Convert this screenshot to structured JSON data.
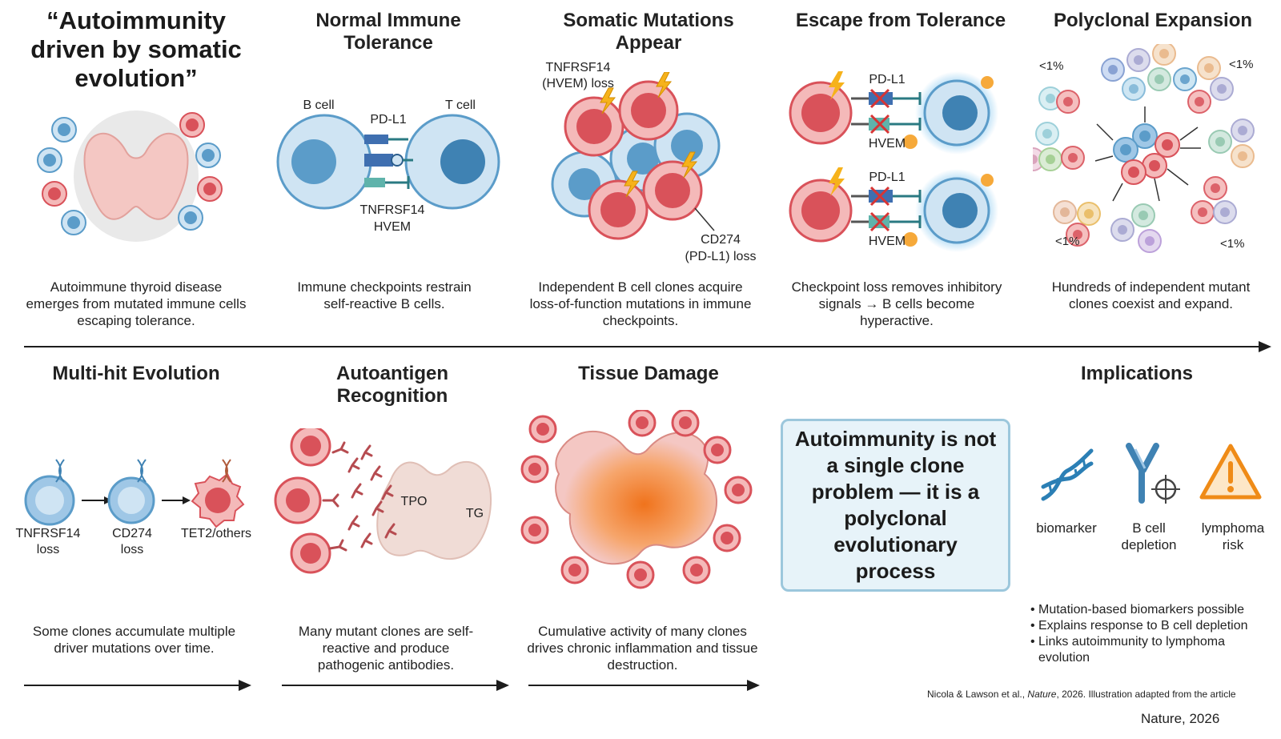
{
  "main_title": "“Autoimmunity driven by somatic evolution”",
  "panels": {
    "p1": {
      "caption": "Autoimmune thyroid disease emerges from mutated immune cells escaping tolerance."
    },
    "p2": {
      "title": "Normal Immune Tolerance",
      "labels": {
        "b_cell": "B cell",
        "t_cell": "T cell",
        "pdl1": "PD-L1",
        "tnfrsf14": "TNFRSF14",
        "hvem": "HVEM"
      },
      "caption": "Immune checkpoints restrain self-reactive B cells."
    },
    "p3": {
      "title": "Somatic Mutations Appear",
      "labels": {
        "tnf_loss_1": "TNFRSF14",
        "tnf_loss_2": "(HVEM) loss",
        "cd274_1": "CD274",
        "cd274_2": "(PD-L1) loss"
      },
      "caption": "Independent B cell clones acquire loss-of-function mutations in immune checkpoints."
    },
    "p4": {
      "title": "Escape from Tolerance",
      "labels": {
        "pdl1_a": "PD-L1",
        "hvem_a": "HVEM",
        "pdl1_b": "PD-L1",
        "hvem_b": "HVEM"
      },
      "caption": "Checkpoint loss removes inhibitory signals → B cells become hyperactive."
    },
    "p5": {
      "title": "Polyclonal Expansion",
      "labels": {
        "tl": "<1%",
        "tr": "<1%",
        "bl": "<1%",
        "br": "<1%"
      },
      "caption": "Hundreds of independent mutant clones coexist and expand."
    },
    "p6": {
      "title": "Multi-hit Evolution",
      "labels": {
        "c1_a": "TNFRSF14",
        "c1_b": "loss",
        "c2_a": "CD274",
        "c2_b": "loss",
        "c3": "TET2/others"
      },
      "caption": "Some clones accumulate multiple driver mutations over time."
    },
    "p7": {
      "title": "Autoantigen Recognition",
      "labels": {
        "tpo": "TPO",
        "tg": "TG"
      },
      "caption": "Many mutant clones are self-reactive and produce pathogenic antibodies."
    },
    "p8": {
      "title": "Tissue Damage",
      "caption": "Cumulative activity of many clones drives chronic inflammation and tissue destruction."
    },
    "p9": {
      "callout": "Autoimmunity is not a single clone problem — it is a polyclonal evolutionary process"
    },
    "p10": {
      "title": "Implications",
      "icons": [
        {
          "icon": "dna-icon",
          "label_1": "biomarker",
          "label_2": ""
        },
        {
          "icon": "antibody-target-icon",
          "label_1": "B cell",
          "label_2": "depletion"
        },
        {
          "icon": "warning-icon",
          "label_1": "lymphoma",
          "label_2": "risk"
        }
      ],
      "bullets": [
        "Mutation-based biomarkers possible",
        "Explains response to B cell depletion",
        "Links autoimmunity to lymphoma evolution"
      ]
    }
  },
  "footer": {
    "citation_authors": "Nicola & Lawson et al., ",
    "citation_journal": "Nature",
    "citation_rest": ", 2026. Illustration adapted from the article",
    "source": "Nature, 2026"
  },
  "colors": {
    "red_cell": "#d9525a",
    "red_cell_light": "#f4b9b9",
    "blue_cell": "#5b9cc9",
    "blue_cell_light": "#cfe4f3",
    "thyroid": "#f4c7c3",
    "arrow": "#1d1d1d"
  }
}
